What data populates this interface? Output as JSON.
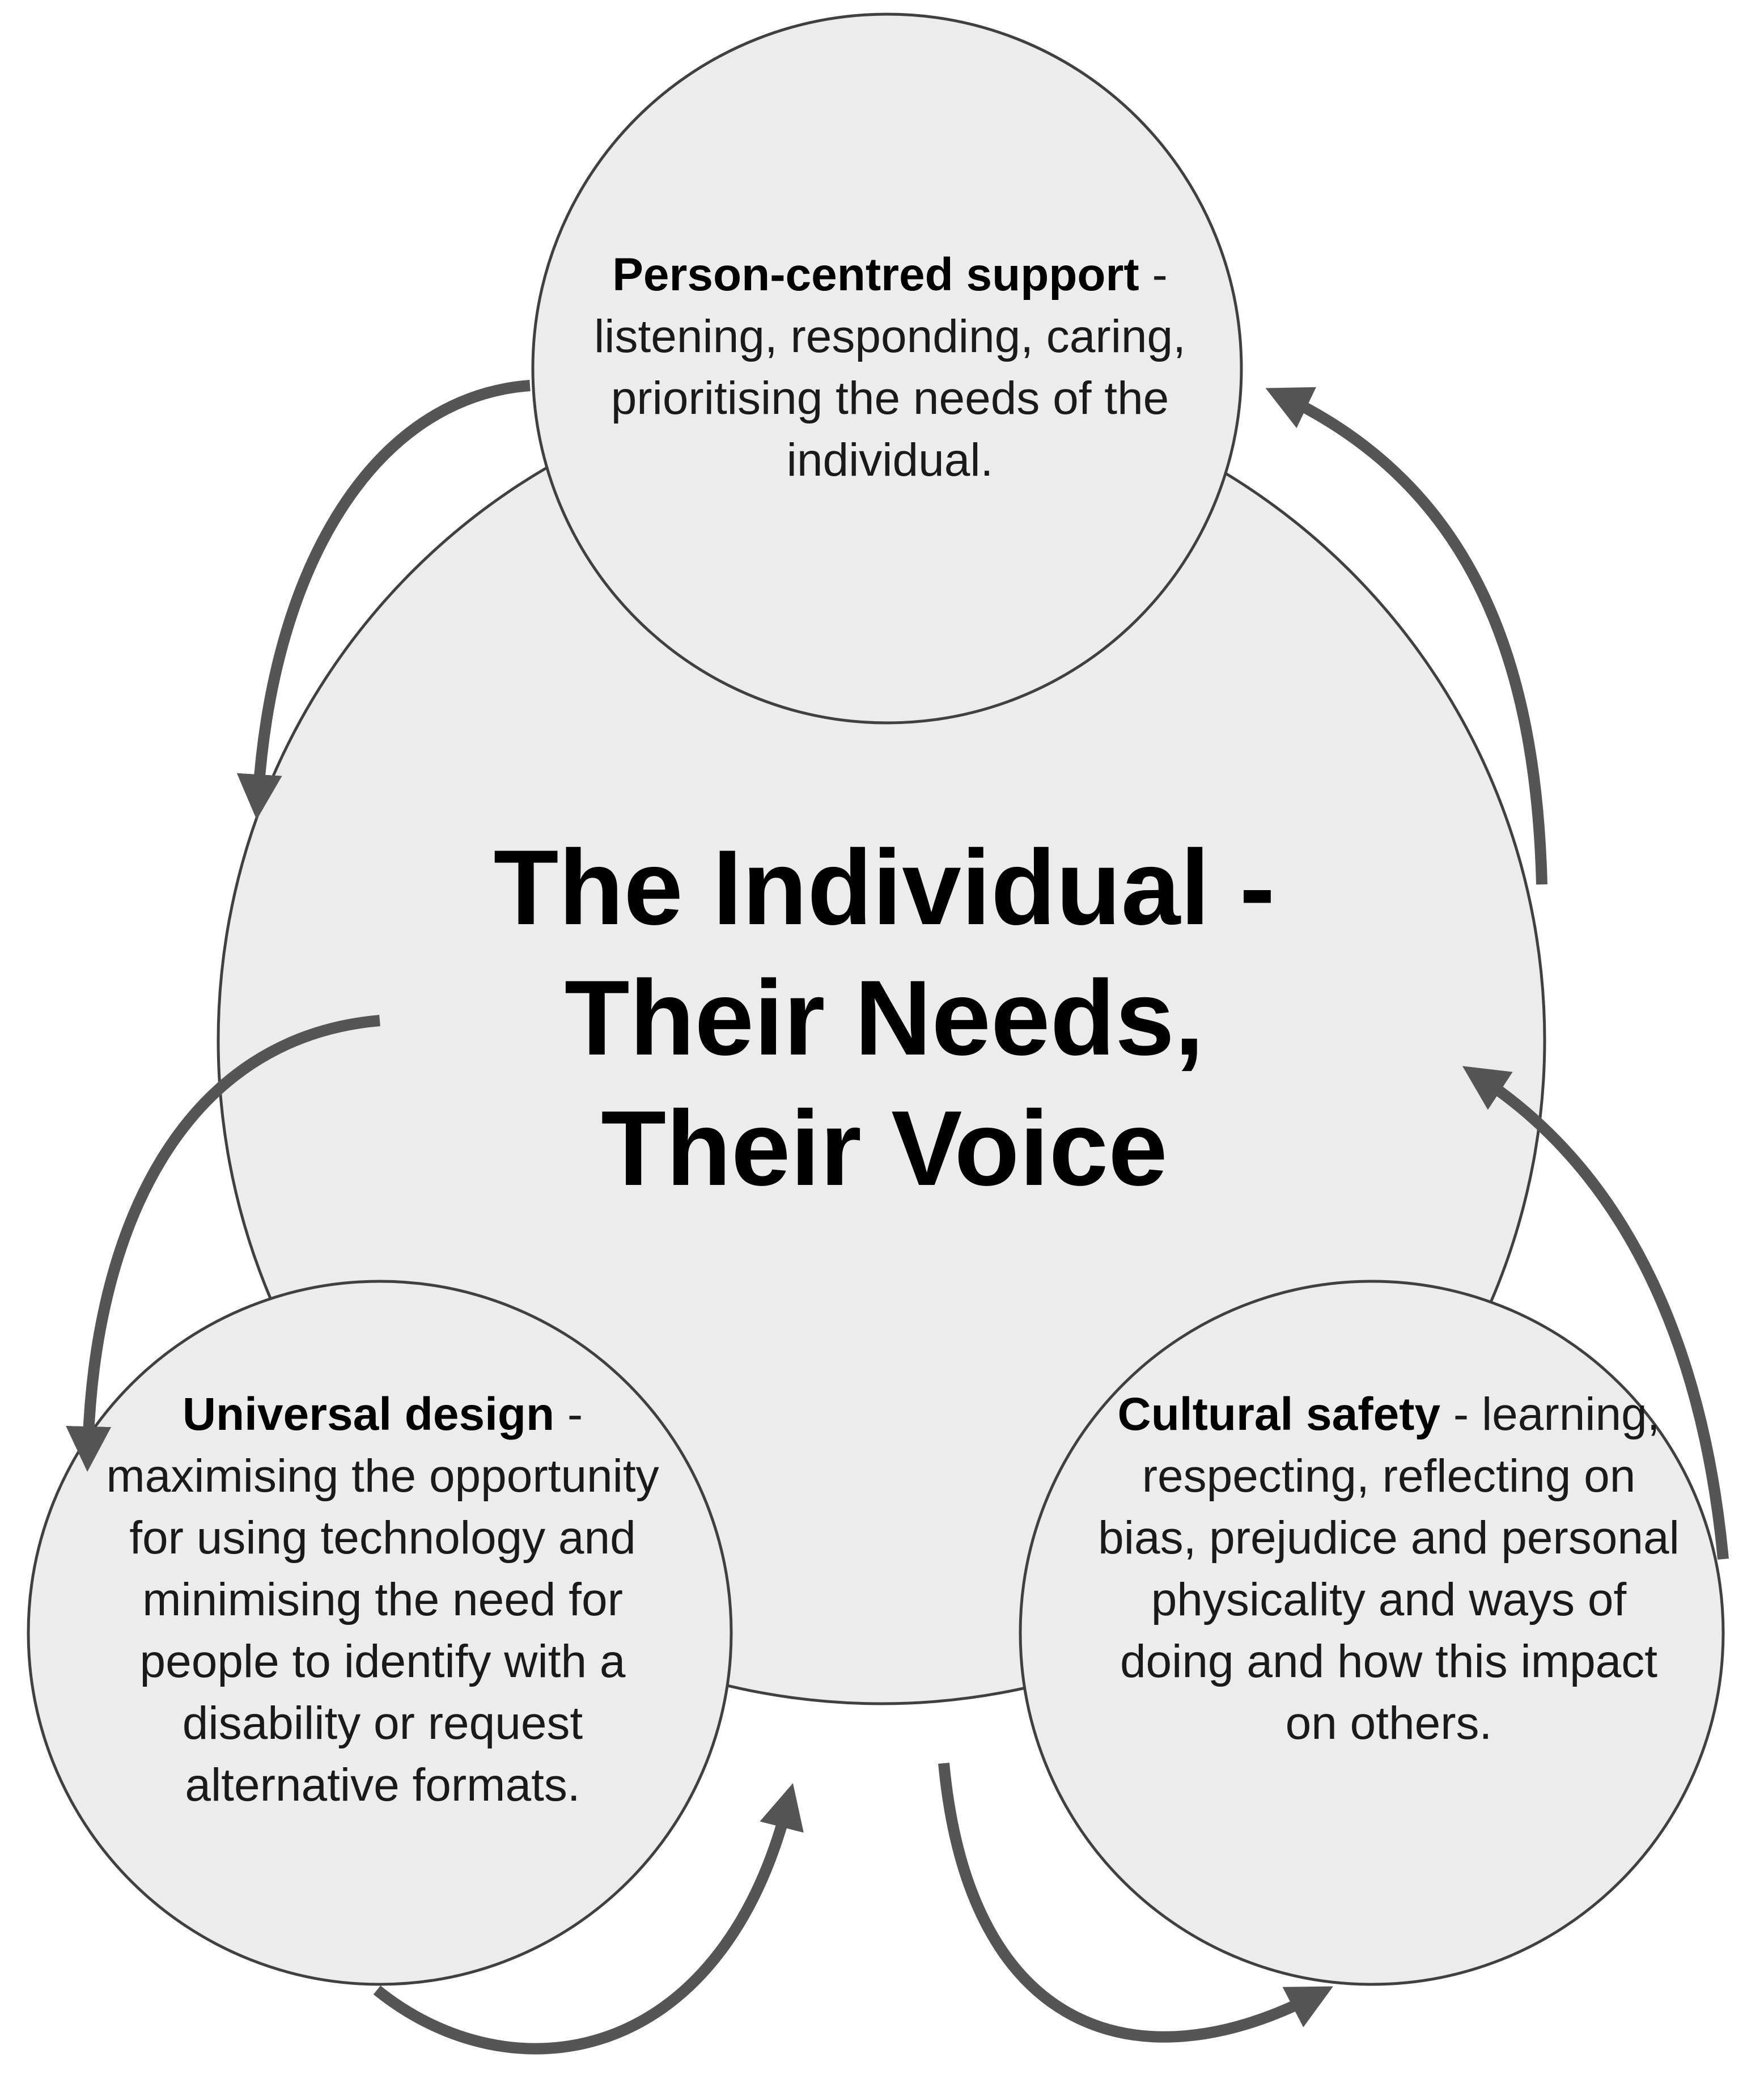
{
  "center": {
    "lines": [
      "The Individual -",
      "Their Needs,",
      "Their Voice"
    ]
  },
  "nodes": {
    "person_centred": {
      "title": "Person-centred support",
      "description": "listening, responding, caring, prioritising the needs of the individual."
    },
    "universal_design": {
      "title": "Universal design",
      "description": "maximising the opportunity for using technology and minimising the need for people to identify with a disability or request alternative formats."
    },
    "cultural_safety": {
      "title": "Cultural safety",
      "description": "learning, respecting, reflecting on bias, prejudice and personal physicality and ways of doing and how this impact on others."
    }
  },
  "colors": {
    "circle_fill": "#ececec",
    "circle_stroke": "#404040",
    "arrow": "#555555"
  }
}
